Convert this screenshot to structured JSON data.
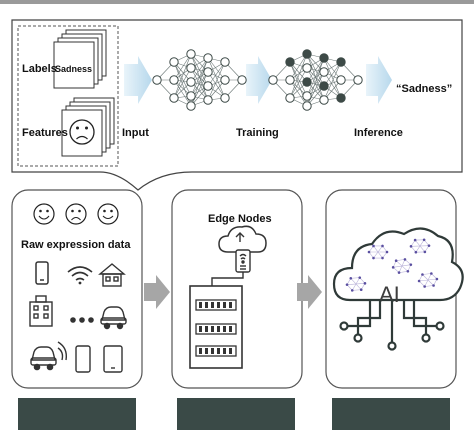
{
  "top_panel": {
    "labels_text": "Labels",
    "sadness_tag": "Sadness",
    "features_text": "Features",
    "stage_labels": [
      "Input",
      "Training",
      "Inference"
    ],
    "output_text": "“Sadness”"
  },
  "bottom_panels": {
    "raw_data_title": "Raw expression data",
    "edge_title": "Edge Nodes",
    "ai_text": "AI"
  },
  "icons": [
    "happy-face-icon",
    "sad-face-icon",
    "smiley-face-icon",
    "phone-icon",
    "wifi-icon",
    "house-icon",
    "building-icon",
    "dots-icon",
    "car-icon",
    "car-icon",
    "signal-icon",
    "phone-icon",
    "tablet-icon",
    "cloud-icon",
    "server-rack-icon",
    "brain-cloud-icon",
    "circuit-icon"
  ],
  "colors": {
    "arrow_blue": "#c9e3f2",
    "arrow_gray": "#a6a6a6",
    "footer_bar": "#3a4a47",
    "node_dark": "#3d4a47"
  }
}
